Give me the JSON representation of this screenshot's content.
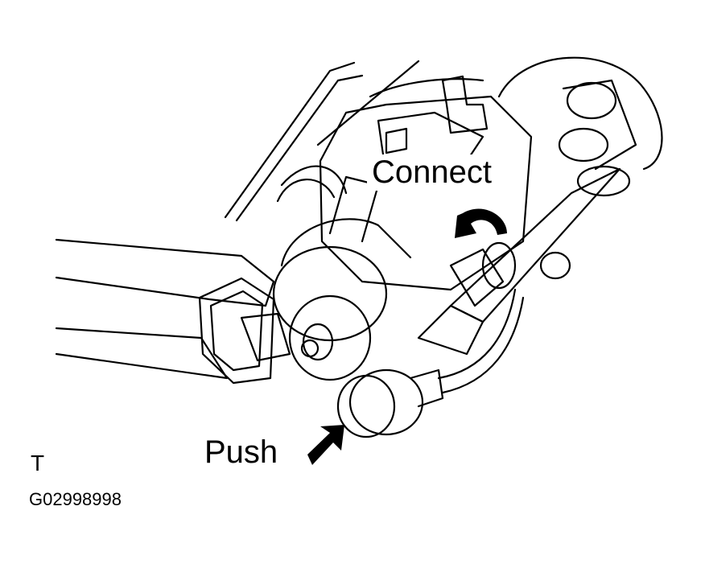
{
  "labels": {
    "connect": "Connect",
    "push": "Push",
    "corner": "T",
    "figure_id": "G02998998"
  },
  "colors": {
    "ink": "#000000",
    "paper": "#ffffff"
  },
  "icons": {
    "rotate_arrow": "curved-arrow-icon",
    "push_arrow": "arrow-up-right-icon"
  }
}
